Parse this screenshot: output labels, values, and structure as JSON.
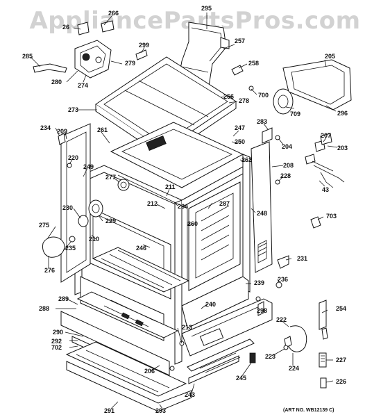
{
  "watermark": "AppliancePartsPros.com",
  "art_number": "(ART NO. WB12139 C)",
  "part_numbers": [
    "295",
    "266",
    "26",
    "257",
    "299",
    "279",
    "285",
    "280",
    "274",
    "258",
    "205",
    "700",
    "256",
    "278",
    "709",
    "296",
    "273",
    "261",
    "234",
    "209",
    "283",
    "247",
    "250",
    "204",
    "207",
    "203",
    "220",
    "249",
    "262",
    "208",
    "228",
    "277",
    "211",
    "43",
    "212",
    "284",
    "287",
    "248",
    "230",
    "229",
    "260",
    "703",
    "275",
    "210",
    "246",
    "235",
    "231",
    "276",
    "236",
    "239",
    "288",
    "289",
    "240",
    "298",
    "254",
    "290",
    "292",
    "702",
    "213",
    "222",
    "223",
    "224",
    "227",
    "206",
    "245",
    "243",
    "226",
    "291",
    "293"
  ]
}
